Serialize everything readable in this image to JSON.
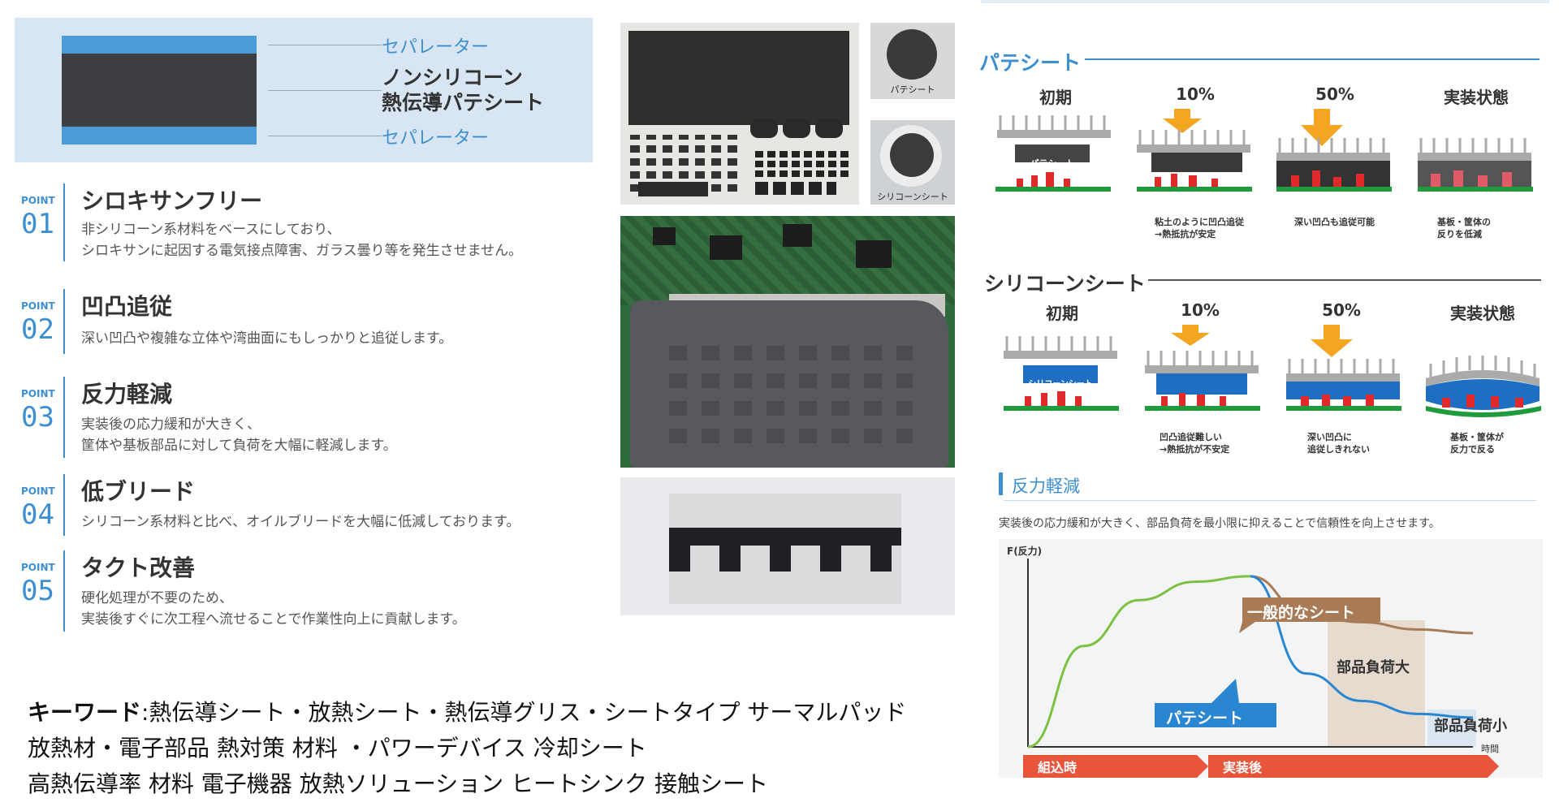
{
  "layer_diagram": {
    "separator_top": "セパレーター",
    "sheet_line1": "ノンシリコーン",
    "sheet_line2": "熱伝導パテシート",
    "separator_bottom": "セパレーター"
  },
  "points": [
    {
      "word": "POINT",
      "num": "01",
      "title": "シロキサンフリー",
      "desc": [
        "非シリコーン系材料をベースにしており、",
        "シロキサンに起因する電気接点障害、ガラス曇り等を発生させません。"
      ]
    },
    {
      "word": "POINT",
      "num": "02",
      "title": "凹凸追従",
      "desc": [
        "深い凹凸や複雑な立体や湾曲面にもしっかりと追従します。"
      ]
    },
    {
      "word": "POINT",
      "num": "03",
      "title": "反力軽減",
      "desc": [
        "実装後の応力緩和が大きく、",
        "筐体や基板部品に対して負荷を大幅に軽減します。"
      ]
    },
    {
      "word": "POINT",
      "num": "04",
      "title": "低ブリード",
      "desc": [
        "シリコーン系材料と比べ、オイルブリードを大幅に低減しております。"
      ]
    },
    {
      "word": "POINT",
      "num": "05",
      "title": "タクト改善",
      "desc": [
        "硬化処理が不要のため、",
        "実装後すぐに次工程へ流せることで作業性向上に貢献します。"
      ]
    }
  ],
  "photos": {
    "putty_label": "パテシート",
    "silicone_label": "シリコーンシート"
  },
  "keywords": {
    "label": "キーワード",
    "line1": ":熱伝導シート・放熱シート・熱伝導グリス・シートタイプ サーマルパッド",
    "line2": "放熱材・電子部品 熱対策 材料 ・パワーデバイス 冷却シート",
    "line3": "高熱伝導率 材料 電子機器 放熱ソリューション ヒートシンク 接触シート"
  },
  "putty_section": {
    "title": "パテシート",
    "stages": [
      "初期",
      "10%",
      "50%",
      "実装状態"
    ],
    "sheet_label": "パテシート",
    "captions": [
      [
        "粘土のように凹凸追従",
        "→熱抵抗が安定"
      ],
      [
        "深い凹凸も追従可能"
      ],
      [
        "基板・筐体の",
        "反りを低減"
      ]
    ]
  },
  "silicone_section": {
    "title": "シリコーンシート",
    "stages": [
      "初期",
      "10%",
      "50%",
      "実装状態"
    ],
    "sheet_label": "シリコーンシート",
    "captions": [
      [
        "凹凸追従難しい",
        "→熱抵抗が不安定"
      ],
      [
        "深い凹凸に",
        "追従しきれない"
      ],
      [
        "基板・筐体が",
        "反力で反る"
      ]
    ]
  },
  "reaction_section": {
    "title": "反力軽減",
    "desc": "実装後の応力緩和が大きく、部品負荷を最小限に抑えることで信頼性を向上させます。"
  },
  "chart_data": {
    "type": "line",
    "ylabel": "F(反力)",
    "xlabel": "時間",
    "series": [
      {
        "name": "一般的なシート",
        "values": [
          0,
          0.55,
          0.8,
          0.9,
          0.93,
          0.72,
          0.68,
          0.64,
          0.62
        ]
      },
      {
        "name": "パテシート",
        "values": [
          0,
          0.55,
          0.8,
          0.9,
          0.93,
          0.4,
          0.25,
          0.18,
          0.16
        ]
      }
    ],
    "annotations": [
      "部品負荷大",
      "部品負荷小"
    ],
    "phases": [
      "組込時",
      "実装後"
    ],
    "colors": {
      "rise": "#7cc142",
      "general": "#a87a55",
      "putty": "#2b86d1",
      "phase": "#e8553a"
    }
  },
  "colors": {
    "accent": "#3d8fd0",
    "green": "#1f9a3c",
    "red": "#e02a2a",
    "orange": "#f4a623"
  }
}
